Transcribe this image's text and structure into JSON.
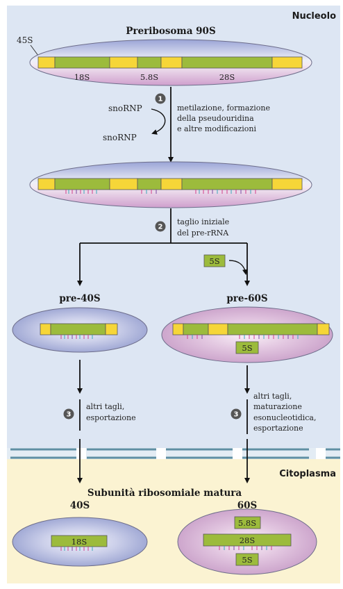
{
  "regions": {
    "nucleus_label": "Nucleolo",
    "cytoplasm_label": "Citoplasma",
    "nucleus_color": "#dde6f3",
    "cytoplasm_color": "#fbf3d2",
    "membrane_color": "#5f8fa3"
  },
  "preribosome": {
    "title": "Preribosoma 90S",
    "precursor_label": "45S",
    "segments": [
      "18S",
      "5.8S",
      "28S"
    ]
  },
  "snorna": {
    "in_label": "snoRNP",
    "out_label": "snoRNP"
  },
  "steps": [
    {
      "number": "1",
      "lines": [
        "metilazione, formazione",
        "della pseudouridina",
        "e altre modificazioni"
      ]
    },
    {
      "number": "2",
      "lines": [
        "taglio iniziale",
        "del pre-rRNA"
      ]
    },
    {
      "number": "3",
      "lines": [
        "altri tagli,",
        "esportazione"
      ]
    },
    {
      "number": "3",
      "lines": [
        "altri tagli,",
        "maturazione",
        "esonucleotidica,",
        "esportazione"
      ]
    }
  ],
  "intermediates": {
    "pre40": "pre-40S",
    "pre60": "pre-60S",
    "free_5s": "5S",
    "pre60_5s": "5S"
  },
  "mature": {
    "title": "Subunità ribosomiale matura",
    "small_label": "40S",
    "large_label": "60S",
    "small_rna": "18S",
    "large_rnas": [
      "5.8S",
      "28S",
      "5S"
    ]
  },
  "colors": {
    "rna_green": "#9cbb3c",
    "spacer_yellow": "#f6d638",
    "oval_blue": "#9aa4d2",
    "oval_pink": "#cfa6cf",
    "step_circle": "#555555"
  }
}
